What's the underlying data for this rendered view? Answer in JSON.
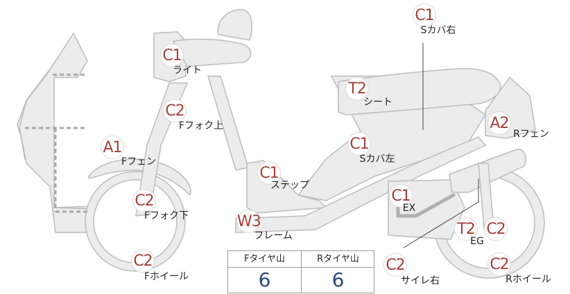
{
  "parts": [
    {
      "id": "light",
      "grade": "C1",
      "label": "ライト"
    },
    {
      "id": "f-fork-upper",
      "grade": "C2",
      "label": "Fフォク上"
    },
    {
      "id": "f-fender",
      "grade": "A1",
      "label": "Fフェン"
    },
    {
      "id": "f-fork-lower",
      "grade": "C2",
      "label": "Fフォク下"
    },
    {
      "id": "f-wheel",
      "grade": "C2",
      "label": "Fホイール"
    },
    {
      "id": "step",
      "grade": "C1",
      "label": "ステップ"
    },
    {
      "id": "frame",
      "grade": "W3",
      "label": "フレーム"
    },
    {
      "id": "seat",
      "grade": "T2",
      "label": "シート"
    },
    {
      "id": "s-cover-right",
      "grade": "C1",
      "label": "Sカバ右"
    },
    {
      "id": "s-cover-left",
      "grade": "C1",
      "label": "Sカバ左"
    },
    {
      "id": "r-fender",
      "grade": "A2",
      "label": "Rフェン"
    },
    {
      "id": "exhaust",
      "grade": "C1",
      "label": "EX"
    },
    {
      "id": "engine",
      "grade": "T2",
      "label": "EG"
    },
    {
      "id": "engine-2",
      "grade": "C2",
      "label": ""
    },
    {
      "id": "r-wheel",
      "grade": "C2",
      "label": "Rホイール"
    },
    {
      "id": "silencer-right",
      "grade": "C2",
      "label": "サイレ右"
    }
  ],
  "tyre_table": {
    "front_header": "Fタイヤ山",
    "rear_header": "Rタイヤ山",
    "front_value": "6",
    "rear_value": "6"
  },
  "colors": {
    "part_fill": "#ececec",
    "part_stroke": "#bcbcbc",
    "grade_text": "#a3403a",
    "value_text": "#2b4a78"
  }
}
